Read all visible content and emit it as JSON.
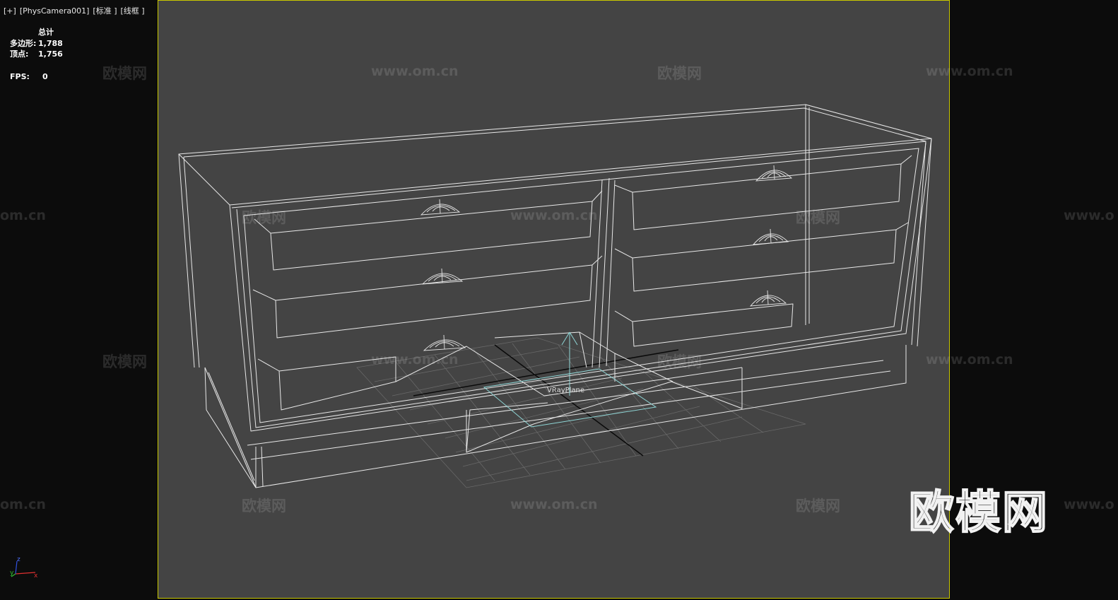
{
  "viewport": {
    "label_parts": [
      "[+]",
      "[PhysCamera001]",
      "[标准 ]",
      "[线框 ]"
    ]
  },
  "stats": {
    "header": "总计",
    "polygons_label": "多边形:",
    "polygons_value": "1,788",
    "vertices_label": "顶点:",
    "vertices_value": "1,756",
    "fps_label": "FPS:",
    "fps_value": "0"
  },
  "scene": {
    "object_label": "VRayPlane"
  },
  "axis": {
    "x": "x",
    "y": "y",
    "z": "z"
  },
  "watermarks": {
    "brand": "欧模网",
    "url": "www.om.cn",
    "url_partial": "om.cn",
    "url_left_partial": "www.o"
  },
  "colors": {
    "viewport_bg": "#444444",
    "outer_bg": "#0c0c0c",
    "frame": "#c9c800",
    "wire": "#e8e8e8",
    "plane": "#8fd6d6",
    "grid": "#6a6a6a"
  }
}
